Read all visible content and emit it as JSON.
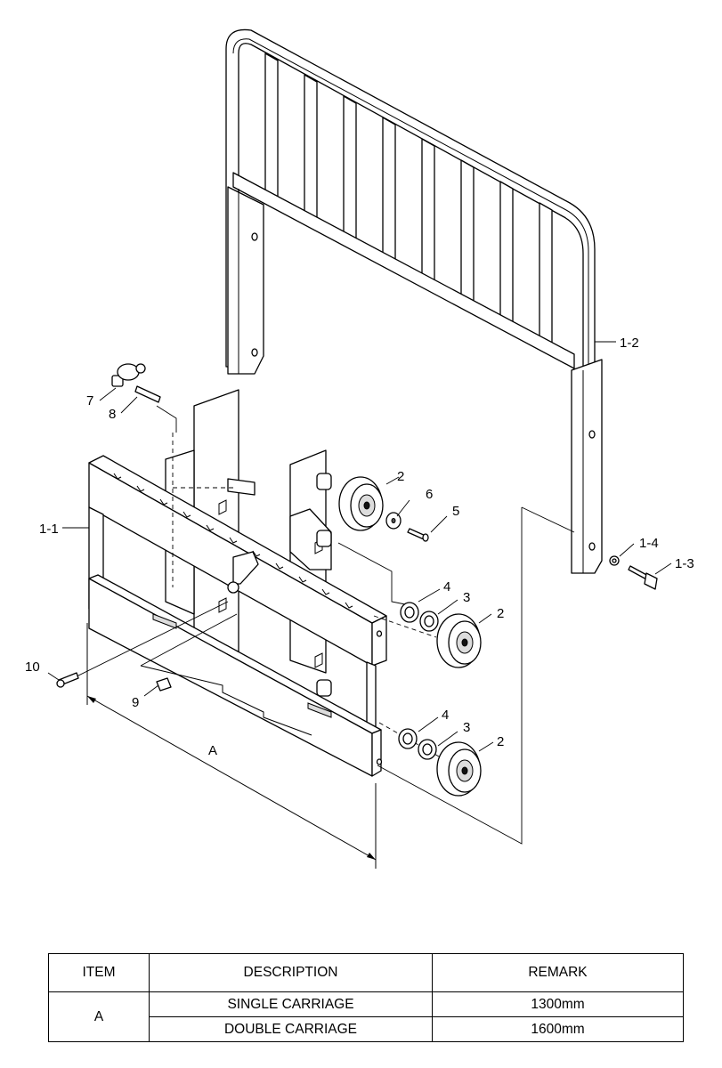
{
  "callouts": {
    "c1_2": "1-2",
    "c7": "7",
    "c8": "8",
    "c1_1": "1-1",
    "c2a": "2",
    "c6": "6",
    "c5": "5",
    "c1_4": "1-4",
    "c1_3": "1-3",
    "c4a": "4",
    "c3a": "3",
    "c2b": "2",
    "c10": "10",
    "c9": "9",
    "c4b": "4",
    "c3b": "3",
    "c2c": "2",
    "dimA": "A"
  },
  "table": {
    "headers": {
      "item": "ITEM",
      "description": "DESCRIPTION",
      "remark": "REMARK"
    },
    "item": "A",
    "rows": [
      {
        "description": "SINGLE CARRIAGE",
        "remark": "1300mm"
      },
      {
        "description": "DOUBLE CARRIAGE",
        "remark": "1600mm"
      }
    ]
  }
}
